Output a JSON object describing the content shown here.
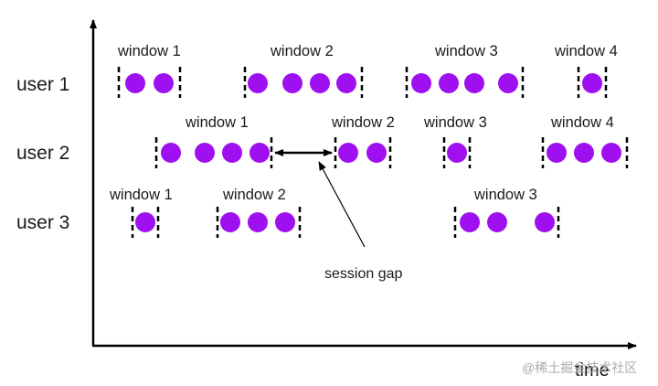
{
  "axis": {
    "x_label": "time"
  },
  "colors": {
    "dot": "#9f10f0",
    "line": "#000000",
    "axis": "#000000"
  },
  "annotation": {
    "text": "session gap"
  },
  "watermark": "@稀土掘金技术社区",
  "users": [
    {
      "label": "user 1",
      "windows": [
        {
          "label": "window 1",
          "dots": 2
        },
        {
          "label": "window 2",
          "dots": 4
        },
        {
          "label": "window 3",
          "dots": 4
        },
        {
          "label": "window 4",
          "dots": 1
        }
      ]
    },
    {
      "label": "user 2",
      "windows": [
        {
          "label": "window 1",
          "dots": 4
        },
        {
          "label": "window 2",
          "dots": 2
        },
        {
          "label": "window 3",
          "dots": 1
        },
        {
          "label": "window 4",
          "dots": 3
        }
      ]
    },
    {
      "label": "user 3",
      "windows": [
        {
          "label": "window 1",
          "dots": 1
        },
        {
          "label": "window 2",
          "dots": 3
        },
        {
          "label": "window 3",
          "dots": 3
        }
      ]
    }
  ]
}
